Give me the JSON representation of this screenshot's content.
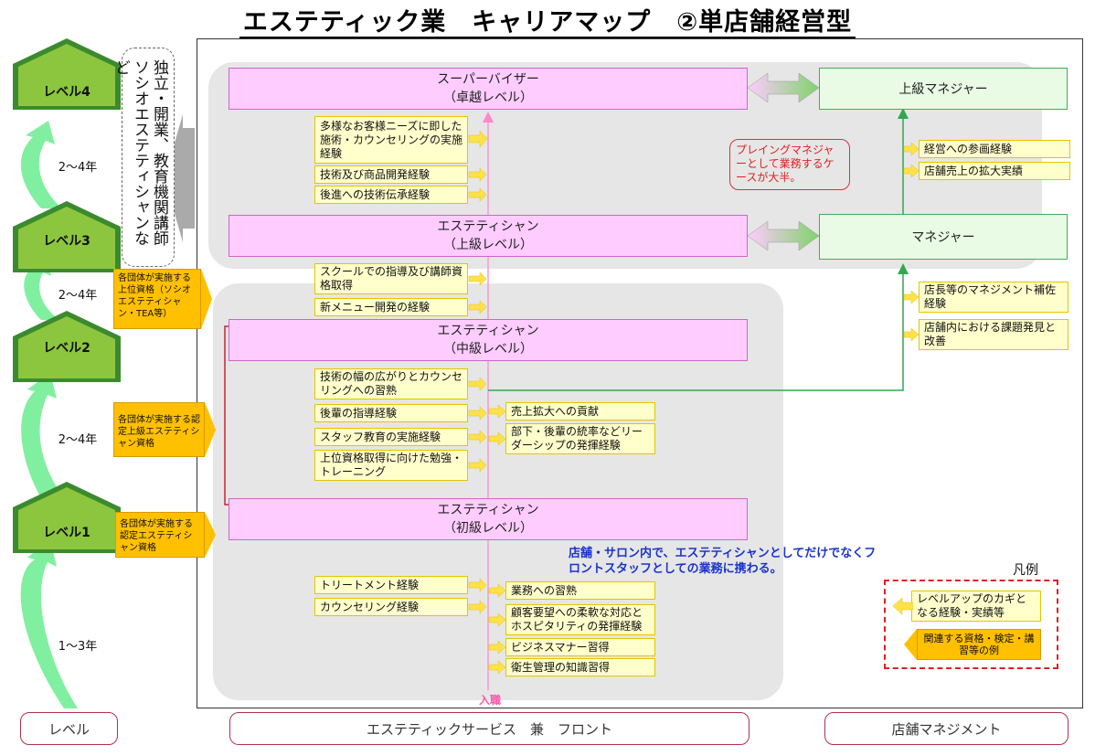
{
  "title": "エステティック業　キャリアマップ　②単店舗経営型",
  "levels": [
    {
      "label": "レベル4"
    },
    {
      "label": "レベル3"
    },
    {
      "label": "レベル2"
    },
    {
      "label": "レベル1"
    }
  ],
  "years": [
    "2～4年",
    "2～4年",
    "2～4年",
    "1～3年"
  ],
  "independent_text": "独立・開業、教育機関講師ソシオエステティシャンなど",
  "qualifications": [
    "各団体が実施する上位資格（ソシオエステティシャン・TEA等）",
    "各団体が実施する認定上級エステティシャン資格",
    "各団体が実施する認定エステティシャン資格"
  ],
  "roles": {
    "supervisor": {
      "line1": "スーパーバイザー",
      "line2": "（卓越レベル）"
    },
    "senior": {
      "line1": "エステティシャン",
      "line2": "（上級レベル）"
    },
    "middle": {
      "line1": "エステティシャン",
      "line2": "（中級レベル）"
    },
    "junior": {
      "line1": "エステティシャン",
      "line2": "（初級レベル）"
    },
    "senior_manager": "上級マネジャー",
    "manager": "マネジャー"
  },
  "experiences": {
    "to_supervisor": [
      "多様なお客様ニーズに即した施術・カウンセリングの実施経験",
      "技術及び商品開発経験",
      "後進への技術伝承経験"
    ],
    "to_senior": [
      "スクールでの指導及び講師資格取得",
      "新メニュー開発の経験"
    ],
    "to_middle_left": [
      "技術の幅の広がりとカウンセリングへの習熟",
      "後輩の指導経験",
      "スタッフ教育の実施経験",
      "上位資格取得に向けた勉強・トレーニング"
    ],
    "to_middle_right": [
      "売上拡大への貢献",
      "部下・後輩の統率などリーダーシップの発揮経験"
    ],
    "to_junior_left": [
      "トリートメント経験",
      "カウンセリング経験"
    ],
    "to_junior_right": [
      "業務への習熟",
      "顧客要望への柔軟な対応とホスピタリティの発揮経験",
      "ビジネスマナー習得",
      "衛生管理の知識習得"
    ],
    "to_senior_manager": [
      "経営への参画経験",
      "店舗売上の拡大実績"
    ],
    "to_manager": [
      "店長等のマネジメント補佐経験",
      "店舗内における課題発見と改善"
    ]
  },
  "red_note": "プレイングマネジャーとして業務するケースが大半。",
  "blue_note": "店舗・サロン内で、エステティシャンとしてだけでなくフロントスタッフとしての業務に携わる。",
  "entry_label": "入職",
  "legend": {
    "title": "凡例",
    "yellow": "レベルアップのカギとなる経験・実績等",
    "orange": "関連する資格・検定・講習等の例"
  },
  "bottom": {
    "level": "レベル",
    "service": "エステティックサービス　兼　フロント",
    "management": "店舗マネジメント"
  },
  "colors": {
    "pink": "#ffccff",
    "green": "#e9fbe4",
    "yellow": "#ffffcc",
    "orange": "#ffc000",
    "house": "#8cc63f"
  }
}
